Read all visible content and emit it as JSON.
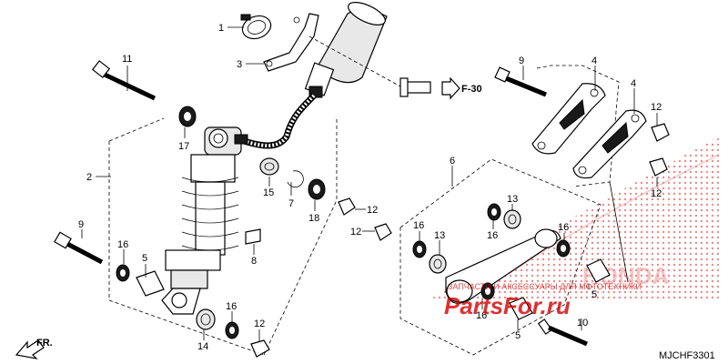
{
  "labels": {
    "l1": "1",
    "l2": "2",
    "l3": "3",
    "l4a": "4",
    "l4b": "4",
    "l5a": "5",
    "l5b": "5",
    "l5c": "5",
    "l6": "6",
    "l7": "7",
    "l8": "8",
    "l9a": "9",
    "l9b": "9",
    "l10": "10",
    "l11": "11",
    "l12a": "12",
    "l12b": "12",
    "l12c": "12",
    "l12d": "12",
    "l12e": "12",
    "l13a": "13",
    "l13b": "13",
    "l14": "14",
    "l15": "15",
    "l16a": "16",
    "l16b": "16",
    "l16c": "16",
    "l16d": "16",
    "l16e": "16",
    "l17": "17",
    "l18": "18"
  },
  "reference": "F-30",
  "front_marker": "FR.",
  "diagram_code": "MJCHF3301",
  "watermark": {
    "brand": "PartsFor.ru",
    "tagline": "ЗАПЧАСТИ И АКСЕССУАРЫ ДЛЯ МОТОТЕХНИКИ",
    "logo_text": "HONDA",
    "accent_color": "#d40000"
  }
}
